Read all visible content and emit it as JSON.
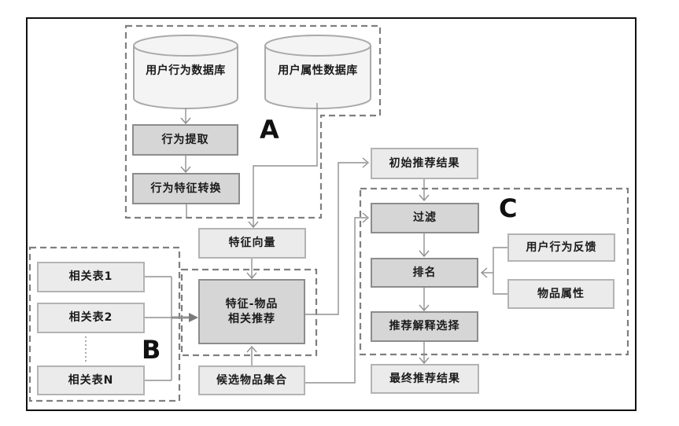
{
  "diagram": {
    "groups": {
      "a_label": "A",
      "b_label": "B",
      "c_label": "C"
    },
    "databases": {
      "behavior_db": "用户行为数据库",
      "attribute_db": "用户属性数据库"
    },
    "nodes": {
      "behavior_extract": "行为提取",
      "behavior_feature_convert": "行为特征转换",
      "feature_vector": "特征向量",
      "feature_item_rec": "特征-物品\n相关推荐",
      "candidate_items": "候选物品集合",
      "related_table_1": "相关表1",
      "related_table_2": "相关表2",
      "related_table_n": "相关表N",
      "initial_results": "初始推荐结果",
      "filter": "过滤",
      "ranking": "排名",
      "explanation_select": "推荐解释选择",
      "final_results": "最终推荐结果",
      "user_feedback": "用户行为反馈",
      "item_attributes": "物品属性"
    },
    "colors": {
      "box_light": "#ebebeb",
      "box_dark": "#d6d6d6",
      "border_light": "#b3b3b3",
      "border_dark": "#8c8c8c",
      "connector": "#909090",
      "dashed_border": "#7f7f7f",
      "frame": "#111111"
    }
  }
}
